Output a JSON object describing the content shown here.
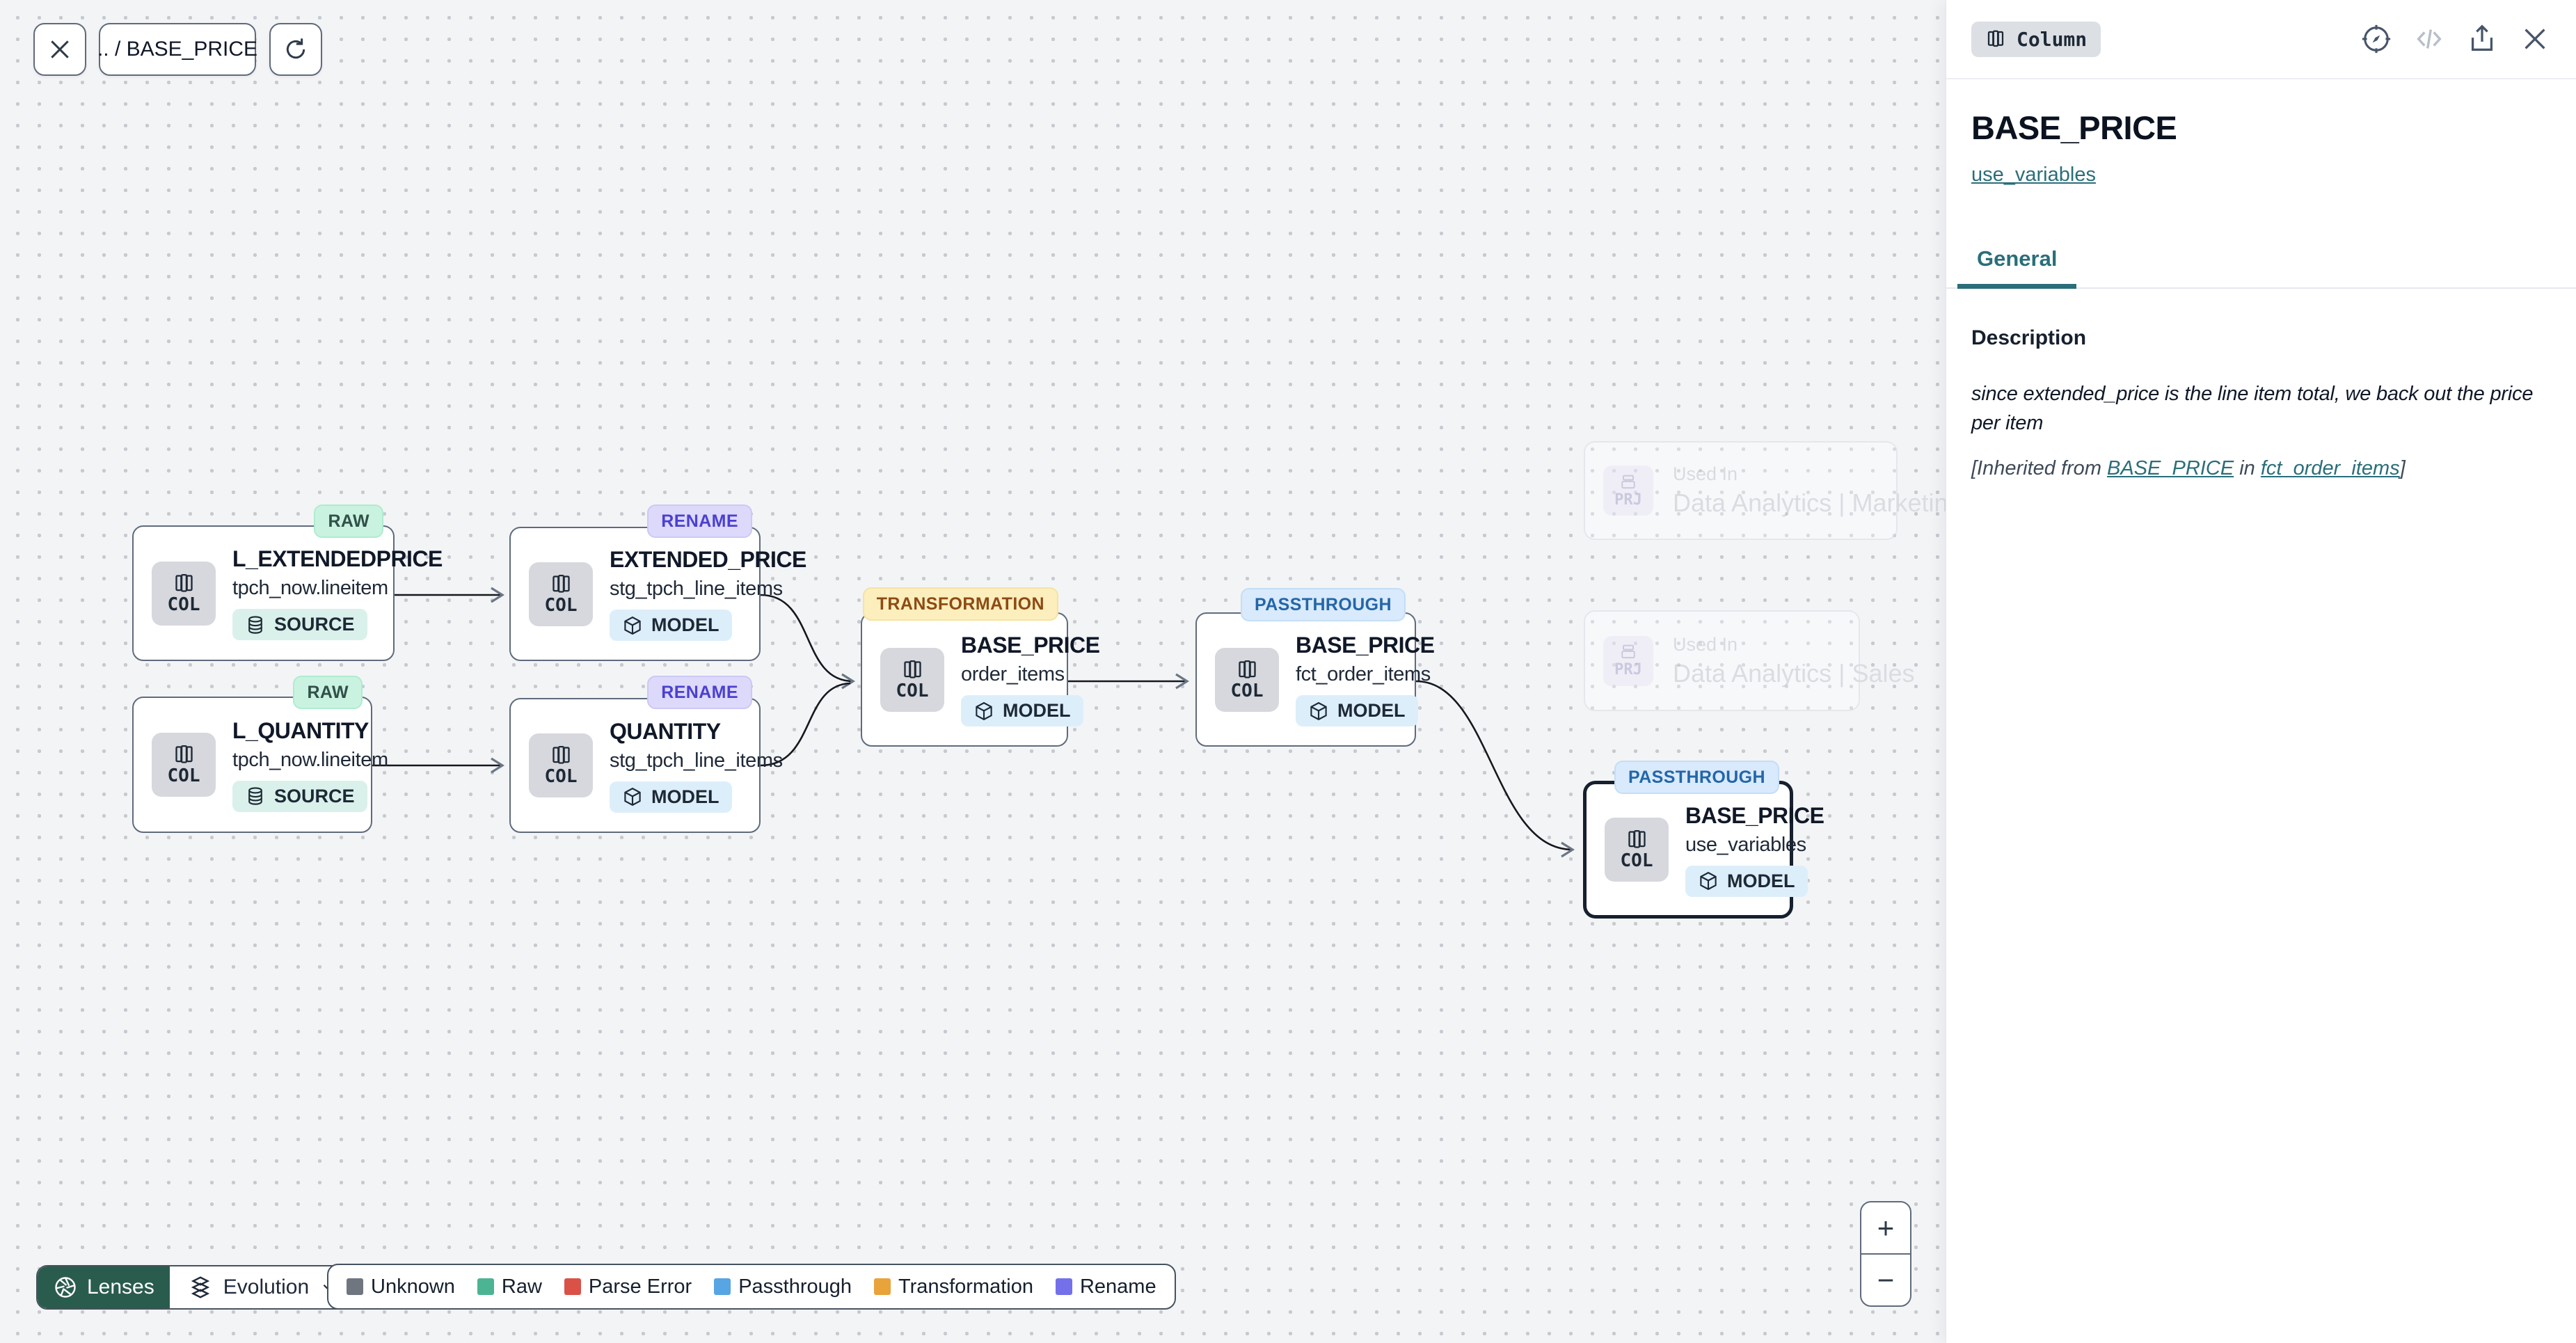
{
  "toolbar": {
    "breadcrumb": ".. / BASE_PRICE"
  },
  "canvas": {
    "col_tag": "COL",
    "prj_tag": "PRJ",
    "nodes": [
      {
        "badge": "RAW",
        "title": "L_EXTENDEDPRICE",
        "subtitle": "tpch_now.lineitem",
        "type": "SOURCE"
      },
      {
        "badge": "RENAME",
        "title": "EXTENDED_PRICE",
        "subtitle": "stg_tpch_line_items",
        "type": "MODEL"
      },
      {
        "badge": "RAW",
        "title": "L_QUANTITY",
        "subtitle": "tpch_now.lineitem",
        "type": "SOURCE"
      },
      {
        "badge": "RENAME",
        "title": "QUANTITY",
        "subtitle": "stg_tpch_line_items",
        "type": "MODEL"
      },
      {
        "badge": "TRANSFORMATION",
        "title": "BASE_PRICE",
        "subtitle": "order_items",
        "type": "MODEL"
      },
      {
        "badge": "PASSTHROUGH",
        "title": "BASE_PRICE",
        "subtitle": "fct_order_items",
        "type": "MODEL"
      },
      {
        "badge": "PASSTHROUGH",
        "title": "BASE_PRICE",
        "subtitle": "use_variables",
        "type": "MODEL"
      }
    ],
    "used_in": [
      {
        "label": "Used In",
        "name": "Data Analytics | Marketing"
      },
      {
        "label": "Used In",
        "name": "Data Analytics | Sales"
      }
    ],
    "controls": {
      "lenses": "Lenses",
      "evolution": "Evolution",
      "zoom_in": "+",
      "zoom_out": "−"
    },
    "legend": {
      "items": [
        {
          "label": "Unknown",
          "color": "#6f7680"
        },
        {
          "label": "Raw",
          "color": "#4cb493"
        },
        {
          "label": "Parse Error",
          "color": "#da5147"
        },
        {
          "label": "Passthrough",
          "color": "#57a5e3"
        },
        {
          "label": "Transformation",
          "color": "#e8a33b"
        },
        {
          "label": "Rename",
          "color": "#7470ea"
        }
      ]
    }
  },
  "panel": {
    "chip": "Column",
    "title": "BASE_PRICE",
    "subtitle_link": "use_variables",
    "tabs": [
      {
        "label": "General"
      }
    ],
    "description": {
      "heading": "Description",
      "body": "since extended_price is the line item total, we back out the price per item",
      "inherited_prefix": "[Inherited from ",
      "inherited_link1": "BASE_PRICE",
      "inherited_mid": " in ",
      "inherited_link2": "fct_order_items",
      "inherited_suffix": "]"
    },
    "accent_teal": "#2a6e79"
  }
}
